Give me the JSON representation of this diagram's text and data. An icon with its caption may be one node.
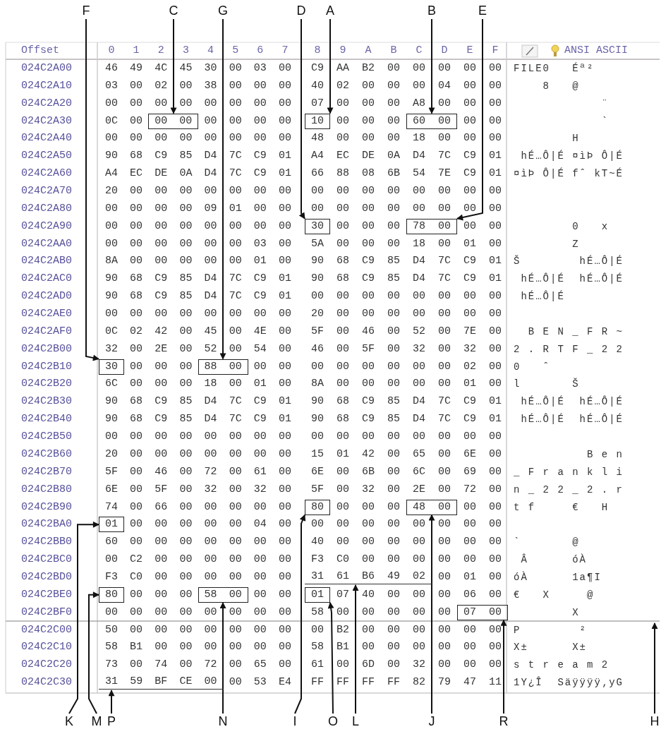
{
  "diagram": {
    "nodes": [
      {
        "text": [
          "F"
        ]
      },
      {
        "text": [
          "C"
        ]
      },
      {
        "text": [
          "G"
        ]
      },
      {
        "text": [
          "D"
        ]
      },
      {
        "text": [
          "A"
        ]
      },
      {
        "text": [
          "B"
        ]
      },
      {
        "text": [
          "E"
        ]
      },
      {
        "text": [
          "00 00"
        ]
      },
      {
        "text": [
          "10"
        ]
      },
      {
        "text": [
          "60 00"
        ]
      },
      {
        "text": [
          "30"
        ]
      },
      {
        "text": [
          "78 00"
        ]
      },
      {
        "text": [
          "30"
        ]
      },
      {
        "text": [
          "88 00"
        ]
      },
      {
        "text": [
          "80"
        ]
      },
      {
        "text": [
          "48 00"
        ]
      },
      {
        "text": [
          "01"
        ]
      },
      {
        "text": [
          "31 61 B6 49 02"
        ]
      },
      {
        "text": [
          "80"
        ]
      },
      {
        "text": [
          "58 00"
        ]
      },
      {
        "text": [
          "01"
        ]
      },
      {
        "text": [
          "07 00"
        ]
      },
      {
        "text": [
          "31 59 BF CE 00"
        ]
      },
      {
        "text": [
          "K"
        ]
      },
      {
        "text": [
          "M"
        ]
      },
      {
        "text": [
          "P"
        ]
      },
      {
        "text": [
          "I"
        ]
      },
      {
        "text": [
          "N"
        ]
      },
      {
        "text": [
          "L"
        ]
      },
      {
        "text": [
          "O"
        ]
      },
      {
        "text": [
          "J"
        ]
      },
      {
        "text": [
          "R"
        ]
      },
      {
        "text": [
          "H"
        ]
      }
    ],
    "edges": [
      {
        "from": 0,
        "to": 12,
        "arrow": "to"
      },
      {
        "from": 1,
        "to": 7,
        "arrow": "to"
      },
      {
        "from": 2,
        "to": 13,
        "arrow": "to"
      },
      {
        "from": 3,
        "to": 10,
        "arrow": "to"
      },
      {
        "from": 4,
        "to": 8,
        "arrow": "to"
      },
      {
        "from": 5,
        "to": 9,
        "arrow": "to"
      },
      {
        "from": 6,
        "to": 11,
        "arrow": "to"
      },
      {
        "from": 23,
        "to": 16,
        "arrow": "to"
      },
      {
        "from": 24,
        "to": 18,
        "arrow": "to"
      },
      {
        "from": 25,
        "to": 22,
        "arrow": "to"
      },
      {
        "from": 26,
        "to": 14,
        "arrow": "to"
      },
      {
        "from": 27,
        "to": 19,
        "arrow": "to"
      },
      {
        "from": 28,
        "to": 17,
        "arrow": "to"
      },
      {
        "from": 29,
        "to": 20,
        "arrow": "to"
      },
      {
        "from": 30,
        "to": 15,
        "arrow": "to"
      },
      {
        "from": 31,
        "to": 21,
        "arrow": "to"
      },
      {
        "from": 32,
        "to": null,
        "arrow": "to"
      }
    ],
    "labels": [
      "Offset",
      "0",
      "1",
      "2",
      "3",
      "4",
      "5",
      "6",
      "7",
      "8",
      "9",
      "A",
      "B",
      "C",
      "D",
      "E",
      "F",
      "ANSI ASCII",
      "024C2A00",
      "46",
      "49",
      "4C",
      "45",
      "30",
      "00",
      "03",
      "00",
      "C9",
      "AA",
      "B2",
      "00",
      "00",
      "00",
      "00",
      "00",
      "FILE0   Éª²",
      "024C2A10",
      "03",
      "00",
      "02",
      "00",
      "38",
      "00",
      "00",
      "00",
      "40",
      "02",
      "00",
      "00",
      "00",
      "04",
      "00",
      "00",
      "    8   @",
      "024C2A20",
      "00",
      "00",
      "00",
      "00",
      "00",
      "00",
      "00",
      "00",
      "07",
      "00",
      "00",
      "00",
      "A8",
      "00",
      "00",
      "00",
      "            ¨",
      "024C2A30",
      "0C",
      "00",
      "00",
      "00",
      "00",
      "00",
      "00",
      "00",
      "00",
      "00",
      "00",
      "            `",
      "024C2A40",
      "00",
      "00",
      "00",
      "00",
      "00",
      "00",
      "00",
      "00",
      "48",
      "00",
      "00",
      "00",
      "18",
      "00",
      "00",
      "00",
      "        H",
      "024C2A50",
      "90",
      "68",
      "C9",
      "85",
      "D4",
      "7C",
      "C9",
      "01",
      "A4",
      "EC",
      "DE",
      "0A",
      "D4",
      "7C",
      "C9",
      "01",
      " hÉ…Ô|É ¤ìÞ Ô|É",
      "024C2A60",
      "A4",
      "EC",
      "DE",
      "0A",
      "D4",
      "7C",
      "C9",
      "01",
      "66",
      "88",
      "08",
      "6B",
      "54",
      "7E",
      "C9",
      "01",
      "¤ìÞ Ô|É fˆ kT~É",
      "024C2A70",
      "20",
      "00",
      "00",
      "00",
      "00",
      "00",
      "00",
      "00",
      "00",
      "00",
      "00",
      "00",
      "00",
      "00",
      "00",
      "00",
      "024C2A80",
      "00",
      "00",
      "00",
      "00",
      "09",
      "01",
      "00",
      "00",
      "00",
      "00",
      "00",
      "00",
      "00",
      "00",
      "00",
      "00",
      "024C2A90",
      "00",
      "00",
      "00",
      "00",
      "00",
      "00",
      "00",
      "00",
      "00",
      "00",
      "00",
      "00",
      "00",
      "        0   x",
      "024C2AA0",
      "00",
      "00",
      "00",
      "00",
      "00",
      "00",
      "03",
      "00",
      "5A",
      "00",
      "00",
      "00",
      "18",
      "00",
      "01",
      "00",
      "        Z",
      "024C2AB0",
      "8A",
      "00",
      "00",
      "00",
      "00",
      "00",
      "01",
      "00",
      "90",
      "68",
      "C9",
      "85",
      "D4",
      "7C",
      "C9",
      "01",
      "Š        hÉ…Ô|É",
      "024C2AC0",
      "90",
      "68",
      "C9",
      "85",
      "D4",
      "7C",
      "C9",
      "01",
      "90",
      "68",
      "C9",
      "85",
      "D4",
      "7C",
      "C9",
      "01",
      " hÉ…Ô|É  hÉ…Ô|É",
      "024C2AD0",
      "90",
      "68",
      "C9",
      "85",
      "D4",
      "7C",
      "C9",
      "01",
      "00",
      "00",
      "00",
      "00",
      "00",
      "00",
      "00",
      "00",
      " hÉ…Ô|É",
      "024C2AE0",
      "00",
      "00",
      "00",
      "00",
      "00",
      "00",
      "00",
      "00",
      "20",
      "00",
      "00",
      "00",
      "00",
      "00",
      "00",
      "00",
      "024C2AF0",
      "0C",
      "02",
      "42",
      "00",
      "45",
      "00",
      "4E",
      "00",
      "5F",
      "00",
      "46",
      "00",
      "52",
      "00",
      "7E",
      "00",
      "  B E N _ F R ~",
      "024C2B00",
      "32",
      "00",
      "2E",
      "00",
      "52",
      "00",
      "54",
      "00",
      "46",
      "00",
      "5F",
      "00",
      "32",
      "00",
      "32",
      "00",
      "2 . R T F _ 2 2",
      "024C2B10",
      "00",
      "00",
      "00",
      "00",
      "00",
      "00",
      "00",
      "00",
      "00",
      "00",
      "00",
      "02",
      "00",
      "0   ˆ",
      "024C2B20",
      "6C",
      "00",
      "00",
      "00",
      "18",
      "00",
      "01",
      "00",
      "8A",
      "00",
      "00",
      "00",
      "00",
      "00",
      "01",
      "00",
      "l       Š",
      "024C2B30",
      "90",
      "68",
      "C9",
      "85",
      "D4",
      "7C",
      "C9",
      "01",
      "90",
      "68",
      "C9",
      "85",
      "D4",
      "7C",
      "C9",
      "01",
      " hÉ…Ô|É  hÉ…Ô|É",
      "024C2B40",
      "90",
      "68",
      "C9",
      "85",
      "D4",
      "7C",
      "C9",
      "01",
      "90",
      "68",
      "C9",
      "85",
      "D4",
      "7C",
      "C9",
      "01",
      " hÉ…Ô|É  hÉ…Ô|É",
      "024C2B50",
      "00",
      "00",
      "00",
      "00",
      "00",
      "00",
      "00",
      "00",
      "00",
      "00",
      "00",
      "00",
      "00",
      "00",
      "00",
      "00",
      "024C2B60",
      "20",
      "00",
      "00",
      "00",
      "00",
      "00",
      "00",
      "00",
      "15",
      "01",
      "42",
      "00",
      "65",
      "00",
      "6E",
      "00",
      "          B e n",
      "024C2B70",
      "5F",
      "00",
      "46",
      "00",
      "72",
      "00",
      "61",
      "00",
      "6E",
      "00",
      "6B",
      "00",
      "6C",
      "00",
      "69",
      "00",
      "_ F r a n k l i",
      "024C2B80",
      "6E",
      "00",
      "5F",
      "00",
      "32",
      "00",
      "32",
      "00",
      "5F",
      "00",
      "32",
      "00",
      "2E",
      "00",
      "72",
      "00",
      "n _ 2 2 _ 2 . r",
      "024C2B90",
      "74",
      "00",
      "66",
      "00",
      "00",
      "00",
      "00",
      "00",
      "00",
      "00",
      "00",
      "00",
      "00",
      "t f     €   H",
      "024C2BA0",
      "00",
      "00",
      "00",
      "00",
      "00",
      "04",
      "00",
      "00",
      "00",
      "00",
      "00",
      "00",
      "00",
      "00",
      "00",
      "024C2BB0",
      "60",
      "00",
      "00",
      "00",
      "00",
      "00",
      "00",
      "00",
      "40",
      "00",
      "00",
      "00",
      "00",
      "00",
      "00",
      "00",
      "`       @",
      "024C2BC0",
      "00",
      "C2",
      "00",
      "00",
      "00",
      "00",
      "00",
      "00",
      "F3",
      "C0",
      "00",
      "00",
      "00",
      "00",
      "00",
      "00",
      " Â      óÀ",
      "024C2BD0",
      "F3",
      "C0",
      "00",
      "00",
      "00",
      "00",
      "00",
      "00",
      "00",
      "01",
      "00",
      "óÀ      1a¶I",
      "024C2BE0",
      "00",
      "00",
      "00",
      "00",
      "00",
      "07",
      "40",
      "00",
      "00",
      "00",
      "06",
      "00",
      "€   X     @",
      "024C2BF0",
      "00",
      "00",
      "00",
      "00",
      "00",
      "00",
      "00",
      "00",
      "58",
      "00",
      "00",
      "00",
      "00",
      "00",
      "        X",
      "024C2C00",
      "50",
      "00",
      "00",
      "00",
      "00",
      "00",
      "00",
      "00",
      "00",
      "B2",
      "00",
      "00",
      "00",
      "00",
      "00",
      "00",
      "P        ²",
      "024C2C10",
      "58",
      "B1",
      "00",
      "00",
      "00",
      "00",
      "00",
      "00",
      "58",
      "B1",
      "00",
      "00",
      "00",
      "00",
      "00",
      "00",
      "X±      X±",
      "024C2C20",
      "73",
      "00",
      "74",
      "00",
      "72",
      "00",
      "65",
      "00",
      "61",
      "00",
      "6D",
      "00",
      "32",
      "00",
      "00",
      "00",
      "s t r e a m 2",
      "024C2C30",
      "00",
      "53",
      "E4",
      "FF",
      "FF",
      "FF",
      "FF",
      "82",
      "79",
      "47",
      "11",
      "1Y¿Î  Säÿÿÿÿ‚yG"
    ]
  }
}
